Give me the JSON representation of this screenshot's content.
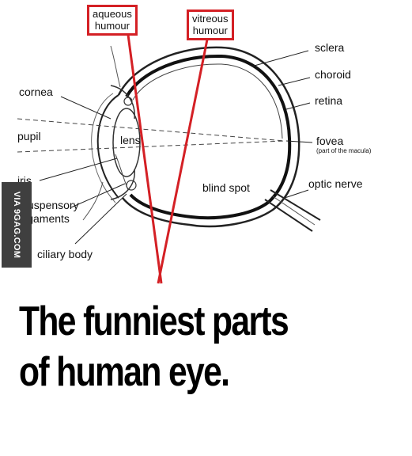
{
  "callouts": {
    "aqueous_line1": "aqueous",
    "aqueous_line2": "humour",
    "vitreous_line1": "vitreous",
    "vitreous_line2": "humour"
  },
  "labels": {
    "sclera": "sclera",
    "choroid": "choroid",
    "retina": "retina",
    "cornea": "cornea",
    "pupil": "pupil",
    "lens": "lens",
    "fovea": "fovea",
    "fovea_note": "(part of the macula)",
    "iris": "iris",
    "blind_spot": "blind spot",
    "optic_nerve": "optic nerve",
    "suspensory_1": "suspensory",
    "suspensory_2": "ligaments",
    "ciliary_body": "ciliary body"
  },
  "watermark": "VIA 9GAG.COM",
  "caption": {
    "line1": "The funniest parts",
    "line2": "of human eye."
  },
  "colors": {
    "callout_red": "#d42025",
    "watermark_bg": "#3f3f3f"
  }
}
